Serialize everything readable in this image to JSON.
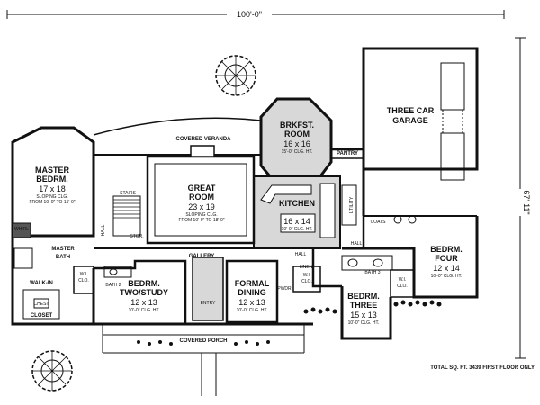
{
  "dimensions": {
    "width_label": "100'-0\"",
    "depth_label": "67'-11\""
  },
  "rooms": {
    "master_bedroom": {
      "name1": "MASTER",
      "name2": "BEDRM.",
      "size": "17 x 18",
      "note1": "SLOPING CLG.",
      "note2": "FROM 10'-0\" TO 15'-0\""
    },
    "great_room": {
      "name1": "GREAT",
      "name2": "ROOM",
      "size": "23 x 19",
      "note1": "SLOPING CLG.",
      "note2": "FROM 10'-0\" TO 18'-0\""
    },
    "breakfast_room": {
      "name1": "BRKFST.",
      "name2": "ROOM",
      "size": "16 x 16",
      "note1": "15'-0\" CLG. HT."
    },
    "kitchen": {
      "name": "KITCHEN",
      "size": "16 x 14",
      "note1": "10'-0\" CLG. HT."
    },
    "garage": {
      "name1": "THREE CAR",
      "name2": "GARAGE"
    },
    "bedroom_four": {
      "name1": "BEDRM.",
      "name2": "FOUR",
      "size": "12 x 14",
      "note1": "10'-0\" CLG. HT."
    },
    "bedroom_three": {
      "name1": "BEDRM.",
      "name2": "THREE",
      "size": "15 x 13",
      "note1": "10'-0\" CLG. HT."
    },
    "bedroom_two": {
      "name1": "BEDRM.",
      "name2": "TWO/STUDY",
      "size": "12 x 13",
      "note1": "10'-0\" CLG. HT."
    },
    "formal_dining": {
      "name1": "FORMAL",
      "name2": "DINING",
      "size": "12 x 13",
      "note1": "10'-0\" CLG. HT."
    },
    "master_bath": {
      "name1": "MASTER",
      "name2": "BATH"
    },
    "walk_in_closet": {
      "name1": "WALK-IN",
      "name2": "CLOSET",
      "chest": "CHEST"
    }
  },
  "labels": {
    "covered_veranda": "COVERED VERANDA",
    "covered_porch": "COVERED PORCH",
    "gallery": "GALLERY",
    "entry": "ENTRY",
    "pantry": "PANTRY",
    "utility": "UTILITY",
    "coats": "COATS",
    "hall_right": "HALL",
    "hall_mid": "HALL",
    "hall_left": "HALL",
    "stairs": "STAIRS",
    "stor": "STOR.",
    "bath2": "BATH 2",
    "bath3": "BATH 3",
    "linen": "LINEN",
    "pwdr": "PWDR",
    "wi_clo": "W.I.",
    "clo": "CLO.",
    "whirl": "WHIRL"
  },
  "footer": {
    "total": "TOTAL SQ. FT. 3439 FIRST FLOOR ONLY"
  }
}
